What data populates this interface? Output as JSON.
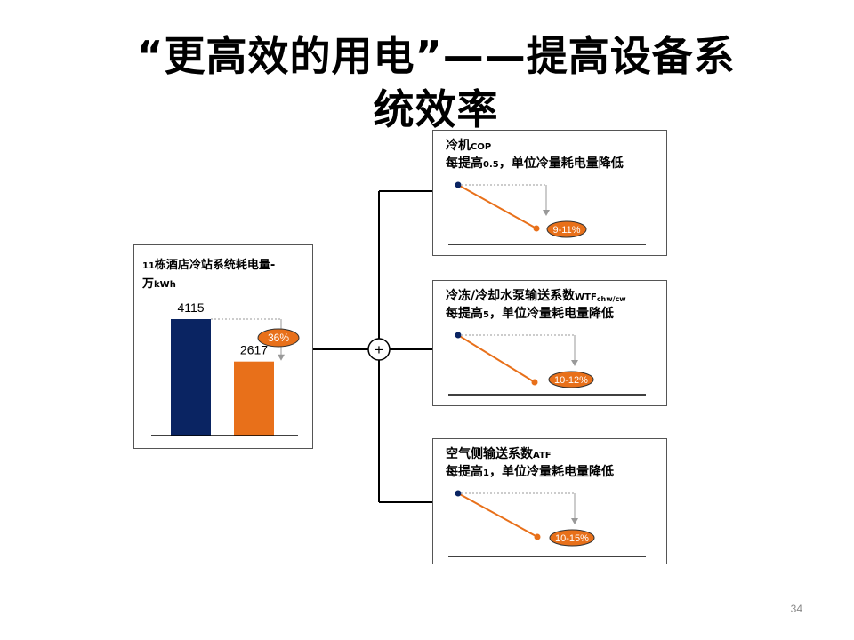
{
  "slide": {
    "title_line1": "“更高效的用电”——提高设备系",
    "title_line2": "统效率",
    "page_number": "34"
  },
  "left_panel": {
    "title_line1_num": "11",
    "title_line1_text": "栋酒店冷站系统耗电量-",
    "title_line2_text": "万",
    "title_line2_unit": "kWh",
    "colors": {
      "before": "#0a2462",
      "after": "#e8701a"
    }
  },
  "chart_data": {
    "type": "bar",
    "categories": [
      "",
      ""
    ],
    "values": [
      4115,
      2617
    ],
    "data_labels": [
      "4115",
      "2617"
    ],
    "reduction_label": "36%",
    "title": "11栋酒店冷站系统耗电量-万kWh"
  },
  "connector": {
    "plus_symbol": "+"
  },
  "right_panels": [
    {
      "line1_text": "冷机",
      "line1_code": "COP",
      "line1_sub": "",
      "line2_pre": "每提高",
      "line2_num": "0.5",
      "line2_post": "，单位冷量耗电量降低",
      "badge": "9-11%"
    },
    {
      "line1_text": "冷冻/冷却水泵输送系数",
      "line1_code": "WTF",
      "line1_sub": "chw/cw",
      "line2_pre": "每提高",
      "line2_num": "5",
      "line2_post": "，单位冷量耗电量降低",
      "badge": "10-12%"
    },
    {
      "line1_text": "空气侧输送系数",
      "line1_code": "ATF",
      "line1_sub": "",
      "line2_pre": "每提高",
      "line2_num": "1",
      "line2_post": "，单位冷量耗电量降低",
      "badge": "10-15%"
    }
  ],
  "theme": {
    "navy": "#0a2462",
    "orange": "#e8701a",
    "badge_fill": "#e8701a"
  }
}
